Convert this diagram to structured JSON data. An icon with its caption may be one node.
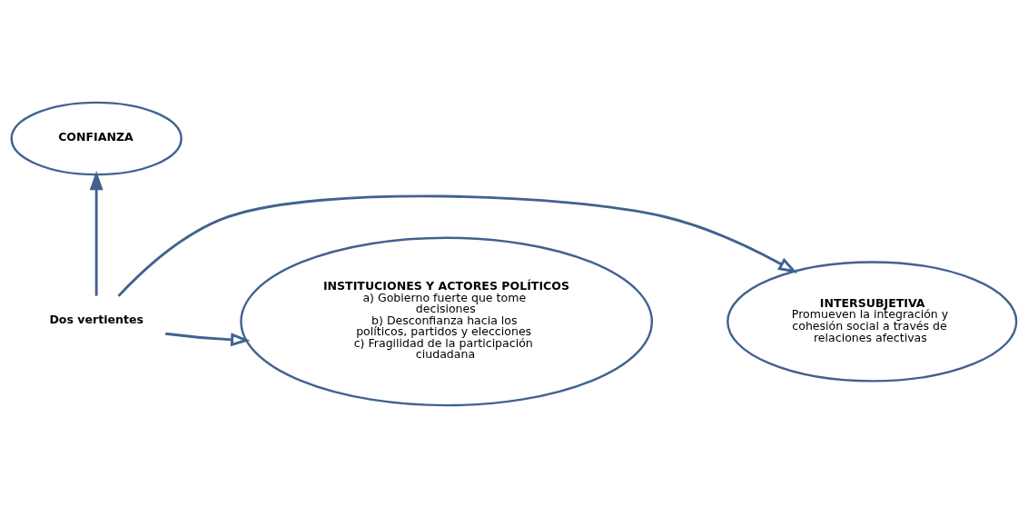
{
  "diagram": {
    "nodes": [
      {
        "text": [
          "CONFIANZA"
        ]
      },
      {
        "text": [
          "INTERSUBJETIVA",
          "Promueven la integración y cohesión social a través de relaciones afectivas"
        ]
      },
      {
        "text": [
          "Dos vertientes"
        ]
      },
      {
        "text": [
          "INSTITUCIONES Y ACTORES POLÍTICOS",
          "a) Gobierno fuerte que tome decisiones",
          "b) Desconfianza hacia los políticos, partidos y elecciones",
          "c) Fragilidad de la participación ciudadana"
        ]
      }
    ],
    "edges": [
      {
        "from": 2,
        "to": 0,
        "arrow": "to"
      },
      {
        "from": 2,
        "to": 1,
        "arrow": "to"
      },
      {
        "from": 2,
        "to": 3,
        "arrow": "to"
      }
    ]
  }
}
